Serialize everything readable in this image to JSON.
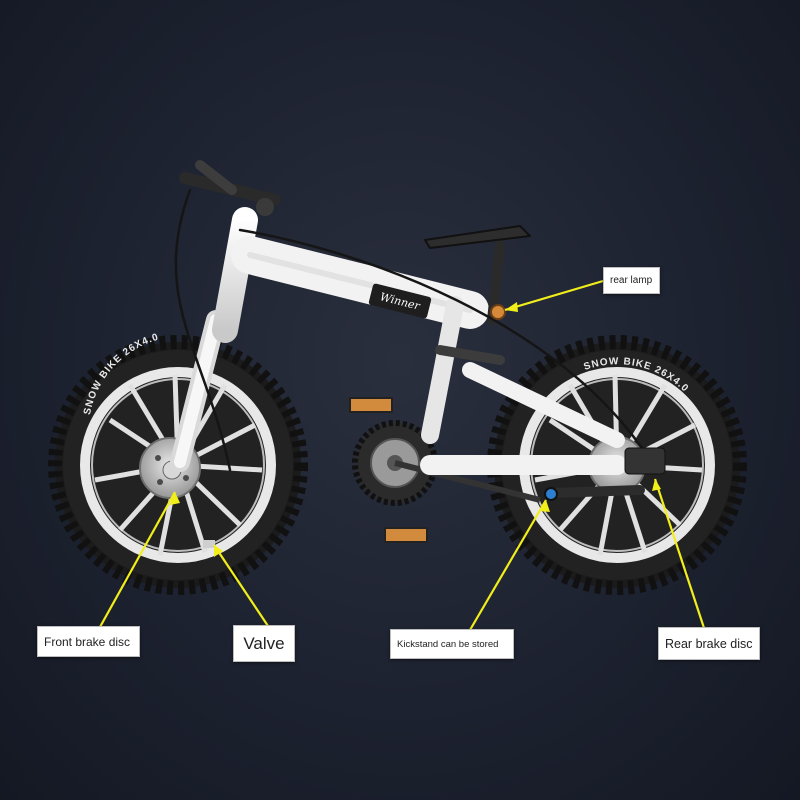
{
  "labels": {
    "rear_lamp": "rear lamp",
    "front_brake_disc": "Front brake disc",
    "valve": "Valve",
    "kickstand": "Kickstand can be stored",
    "rear_brake_disc": "Rear brake disc"
  },
  "bike": {
    "tire_text": "SNOW BIKE 26X4.0",
    "frame_text": "Winner"
  },
  "colors": {
    "background": "#1d2230",
    "frame": "#f2f2f2",
    "tire": "#1b1b1b",
    "pointer": "#f2ee1a",
    "lamp": "#d7893a"
  }
}
